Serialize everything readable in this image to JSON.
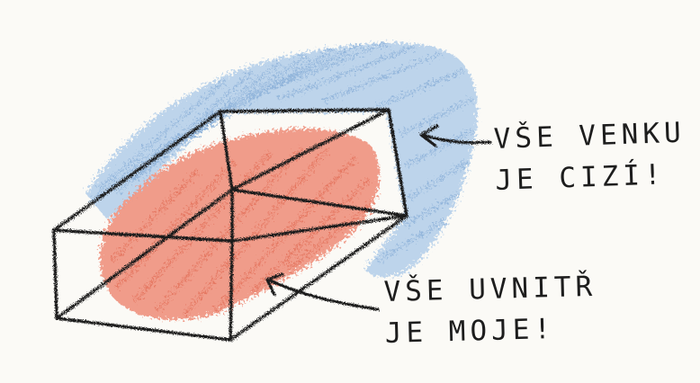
{
  "labels": {
    "outside": {
      "line1": "VŠE VENKU",
      "line2": "JE CIZÍ!"
    },
    "inside": {
      "line1": "VŠE UVNITŘ",
      "line2": "JE MOJE!"
    }
  },
  "colors": {
    "background": "#fbfaf6",
    "ink": "#1d1d1d",
    "outside_shading": "#8fb6df",
    "inside_shading": "#e8735e"
  }
}
